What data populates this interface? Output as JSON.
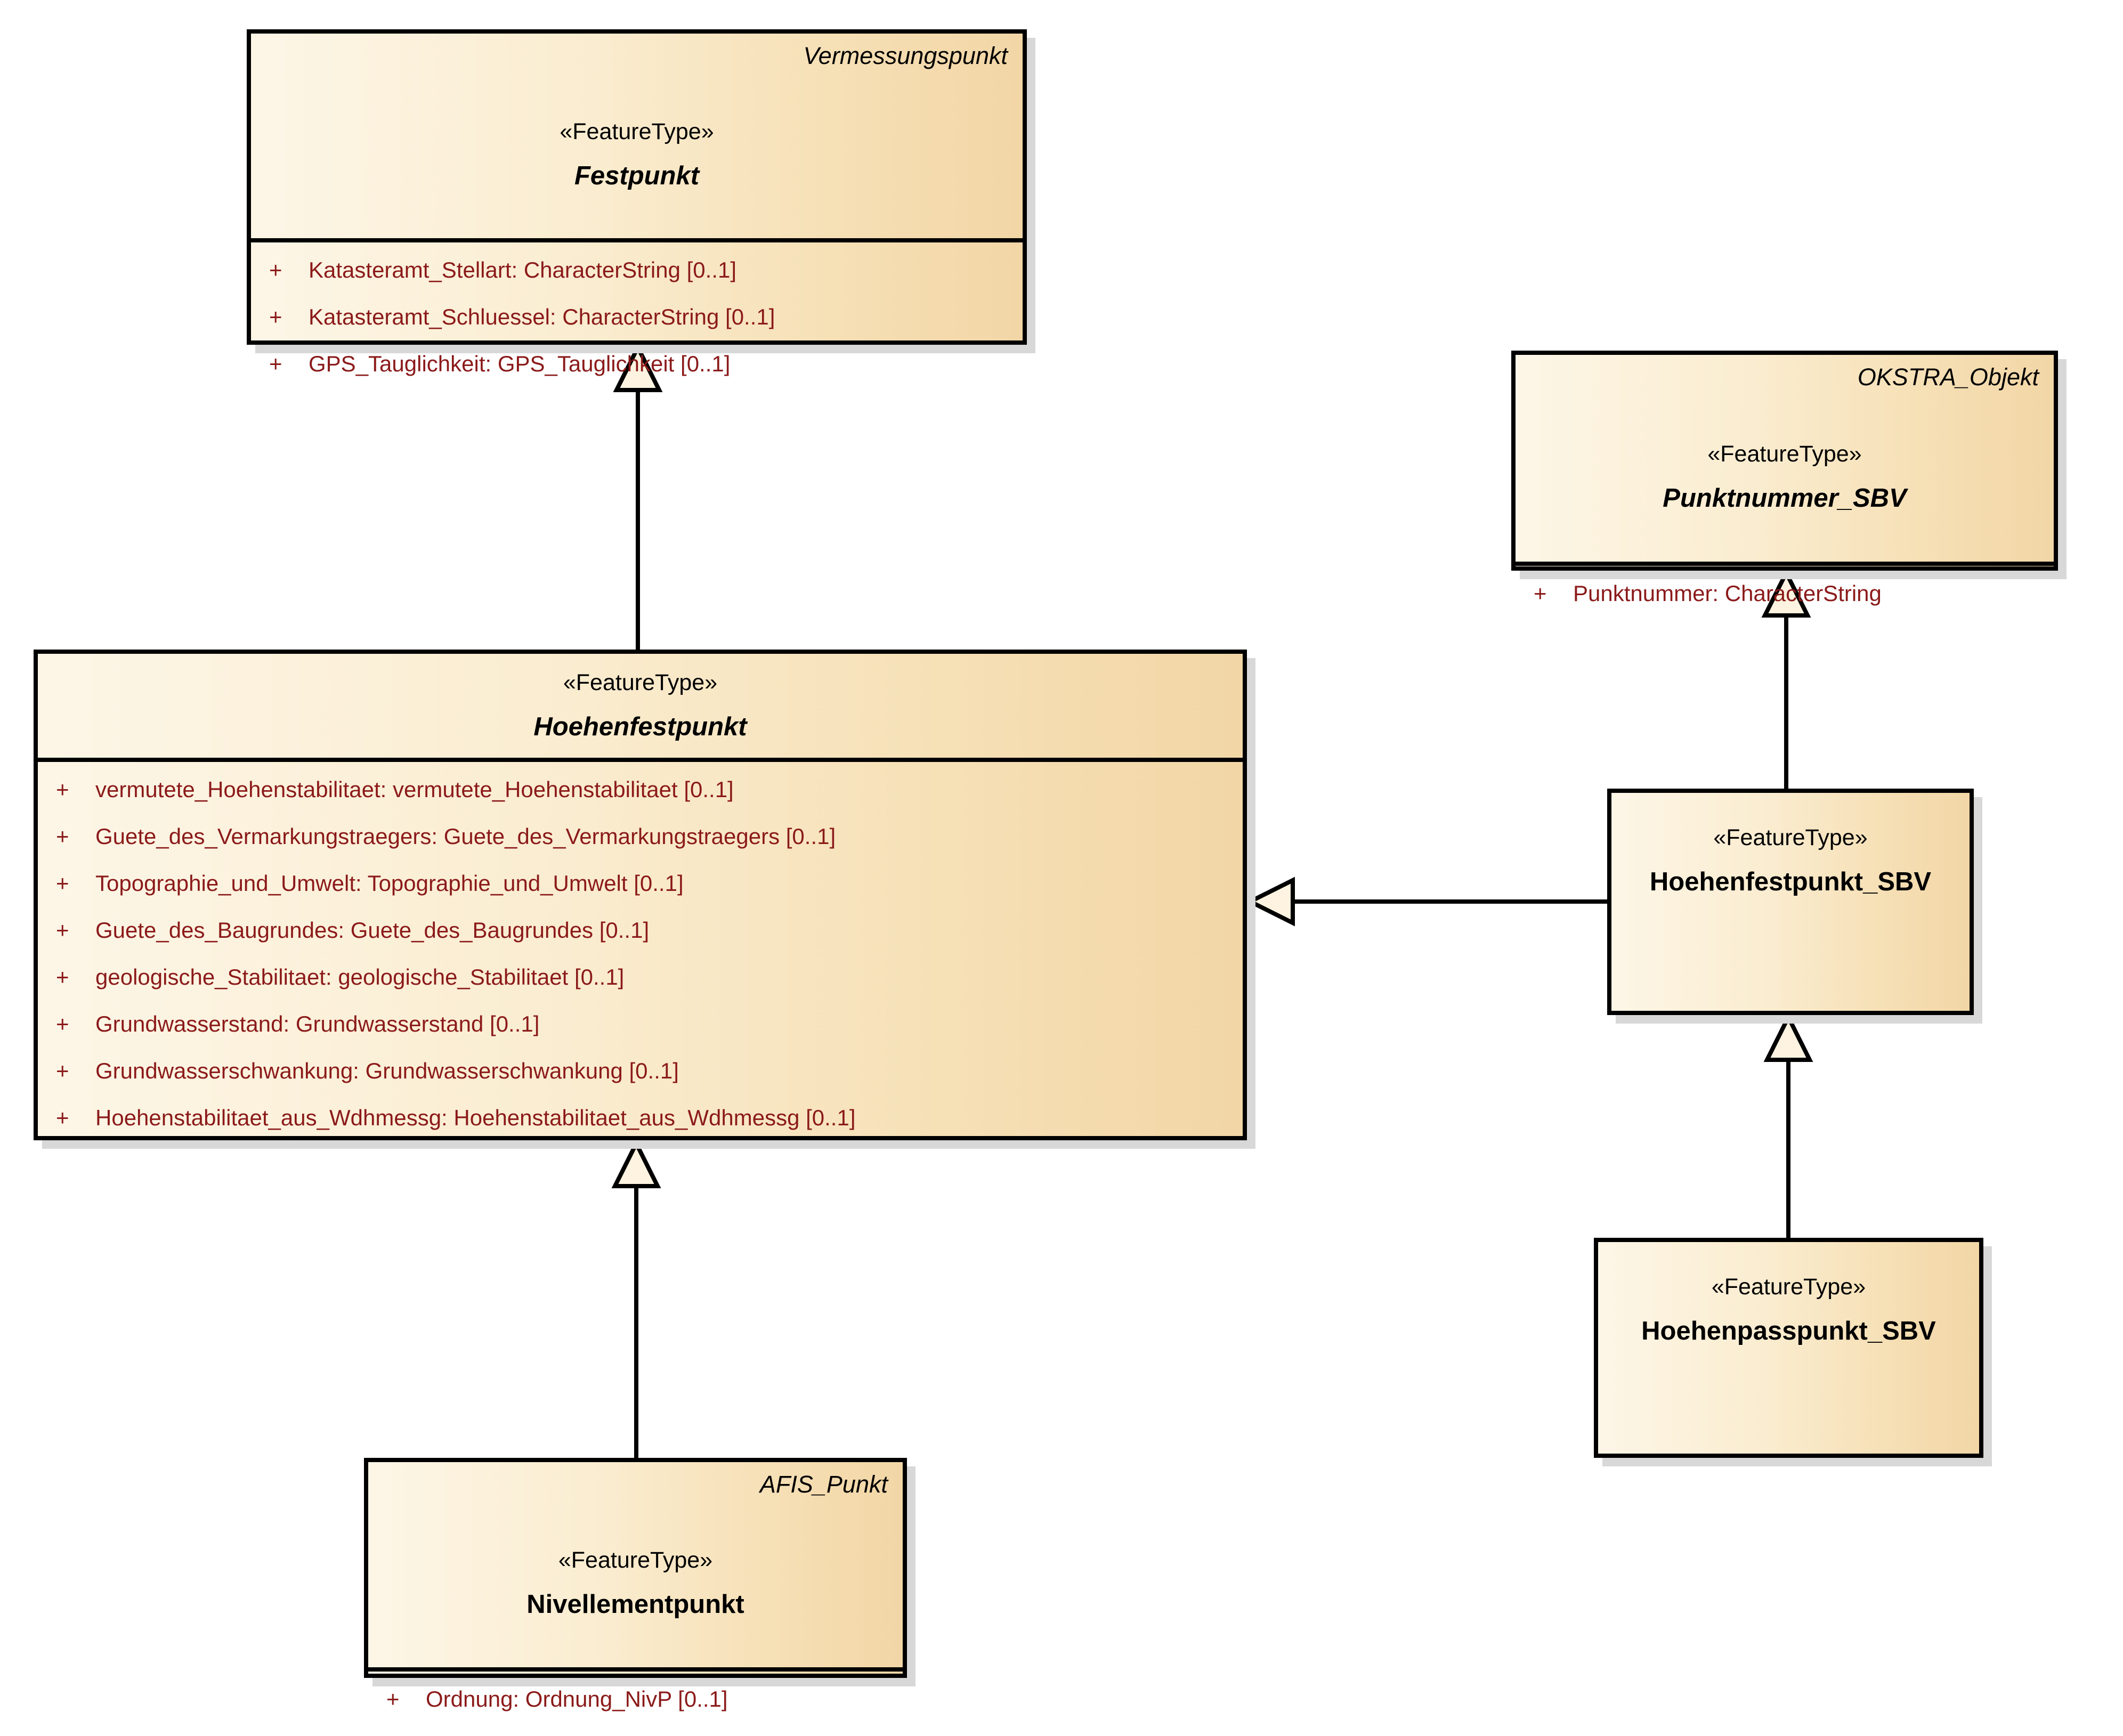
{
  "diagram": {
    "kind": "uml-class-diagram",
    "background": "#ffffff",
    "colors": {
      "box_fill_light": "#fdf6e7",
      "box_fill_dark": "#f2d6a6",
      "border": "#000000",
      "attribute_text": "#8b1a1a",
      "shadow": "#d8d8d8"
    }
  },
  "classes": [
    {
      "id": "festpunkt",
      "tag": "Vermessungspunkt",
      "stereotype": "«FeatureType»",
      "name": "Festpunkt",
      "abstract": true,
      "attributes": [
        {
          "vis": "+",
          "text": "Katasteramt_Stellart: CharacterString [0..1]"
        },
        {
          "vis": "+",
          "text": "Katasteramt_Schluessel: CharacterString [0..1]"
        },
        {
          "vis": "+",
          "text": "GPS_Tauglichkeit: GPS_Tauglichkeit [0..1]"
        }
      ]
    },
    {
      "id": "hoehenfestpunkt",
      "tag": "",
      "stereotype": "«FeatureType»",
      "name": "Hoehenfestpunkt",
      "abstract": true,
      "attributes": [
        {
          "vis": "+",
          "text": "vermutete_Hoehenstabilitaet: vermutete_Hoehenstabilitaet [0..1]"
        },
        {
          "vis": "+",
          "text": "Guete_des_Vermarkungstraegers: Guete_des_Vermarkungstraegers [0..1]"
        },
        {
          "vis": "+",
          "text": "Topographie_und_Umwelt: Topographie_und_Umwelt [0..1]"
        },
        {
          "vis": "+",
          "text": "Guete_des_Baugrundes: Guete_des_Baugrundes [0..1]"
        },
        {
          "vis": "+",
          "text": "geologische_Stabilitaet: geologische_Stabilitaet [0..1]"
        },
        {
          "vis": "+",
          "text": "Grundwasserstand: Grundwasserstand [0..1]"
        },
        {
          "vis": "+",
          "text": "Grundwasserschwankung: Grundwasserschwankung [0..1]"
        },
        {
          "vis": "+",
          "text": "Hoehenstabilitaet_aus_Wdhmessg: Hoehenstabilitaet_aus_Wdhmessg [0..1]"
        }
      ]
    },
    {
      "id": "punktnummer-sbv",
      "tag": "OKSTRA_Objekt",
      "stereotype": "«FeatureType»",
      "name": "Punktnummer_SBV",
      "abstract": true,
      "attributes": [
        {
          "vis": "+",
          "text": "Punktnummer: CharacterString"
        }
      ]
    },
    {
      "id": "hoehenfestpunkt-sbv",
      "tag": "",
      "stereotype": "«FeatureType»",
      "name": "Hoehenfestpunkt_SBV",
      "abstract": false,
      "attributes": []
    },
    {
      "id": "hoehenpasspunkt-sbv",
      "tag": "",
      "stereotype": "«FeatureType»",
      "name": "Hoehenpasspunkt_SBV",
      "abstract": false,
      "attributes": []
    },
    {
      "id": "nivellementpunkt",
      "tag": "AFIS_Punkt",
      "stereotype": "«FeatureType»",
      "name": "Nivellementpunkt",
      "abstract": false,
      "attributes": [
        {
          "vis": "+",
          "text": "Ordnung: Ordnung_NivP [0..1]"
        }
      ]
    }
  ],
  "relationships": [
    {
      "type": "generalization",
      "from": "Hoehenfestpunkt",
      "to": "Festpunkt"
    },
    {
      "type": "generalization",
      "from": "Nivellementpunkt",
      "to": "Hoehenfestpunkt"
    },
    {
      "type": "generalization",
      "from": "Hoehenfestpunkt_SBV",
      "to": "Punktnummer_SBV"
    },
    {
      "type": "generalization",
      "from": "Hoehenfestpunkt_SBV",
      "to": "Hoehenfestpunkt"
    },
    {
      "type": "generalization",
      "from": "Hoehenpasspunkt_SBV",
      "to": "Hoehenfestpunkt_SBV"
    }
  ]
}
